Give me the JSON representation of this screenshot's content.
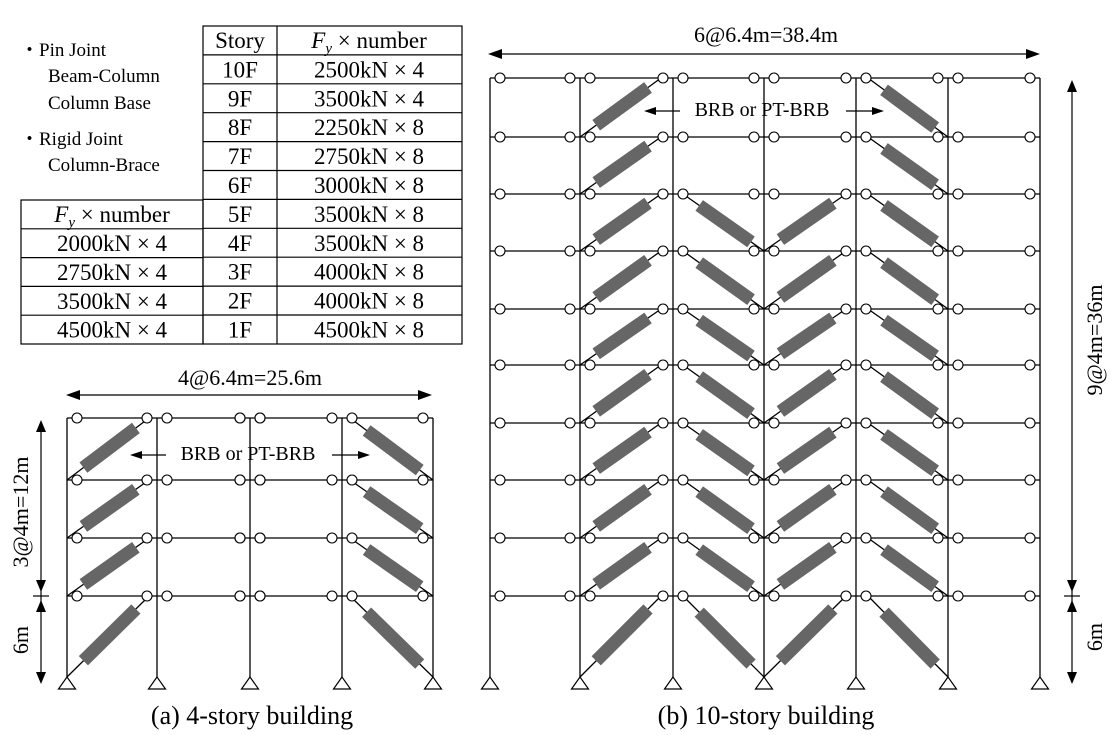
{
  "legend": {
    "pin_joint": "・Pin Joint",
    "pin_beam_column": "Beam-Column",
    "pin_column_base": "Column Base",
    "rigid_joint": "・Rigid Joint",
    "rigid_column_brace": "Column-Brace"
  },
  "table_10story": {
    "header_story": "Story",
    "header_fy_main": "F",
    "header_fy_sub": "y",
    "header_fy_rest": " × number",
    "rows": [
      {
        "story": "10F",
        "fy": "2500kN × 4"
      },
      {
        "story": "9F",
        "fy": "3500kN × 4"
      },
      {
        "story": "8F",
        "fy": "2250kN × 8"
      },
      {
        "story": "7F",
        "fy": "2750kN × 8"
      },
      {
        "story": "6F",
        "fy": "3000kN × 8"
      },
      {
        "story": "5F",
        "fy": "3500kN × 8"
      },
      {
        "story": "4F",
        "fy": "3500kN × 8"
      },
      {
        "story": "3F",
        "fy": "4000kN × 8"
      },
      {
        "story": "2F",
        "fy": "4000kN × 8"
      },
      {
        "story": "1F",
        "fy": "4500kN × 8"
      }
    ]
  },
  "table_4story": {
    "header_fy_main": "F",
    "header_fy_sub": "y",
    "header_fy_rest": " × number",
    "rows": [
      "2000kN × 4",
      "2750kN × 4",
      "3500kN × 4",
      "4500kN × 4"
    ]
  },
  "building_a": {
    "width_label": "4@6.4m=25.6m",
    "upper_height_label": "3@4m=12m",
    "first_story_label": "6m",
    "brace_label": "BRB or PT-BRB",
    "caption": "(a) 4-story building"
  },
  "building_b": {
    "width_label": "6@6.4m=38.4m",
    "upper_height_label": "9@4m=36m",
    "first_story_label": "6m",
    "brace_label": "BRB or PT-BRB",
    "caption": "(b) 10-story building"
  },
  "colors": {
    "line": "#000000",
    "brace_core": "#666666",
    "background": "#ffffff"
  }
}
